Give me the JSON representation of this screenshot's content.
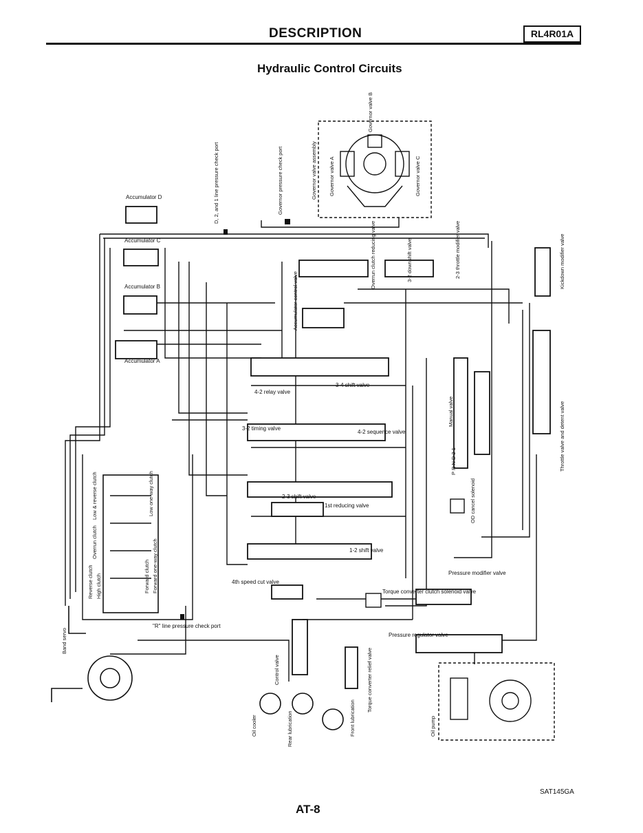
{
  "header": {
    "section": "DESCRIPTION",
    "model_code": "RL4R01A"
  },
  "title": "Hydraulic Control Circuits",
  "labels": {
    "governor_valve_assembly": "Governor valve assembly",
    "governor_valve_a": "Governor valve A",
    "governor_valve_b": "Governor valve B",
    "governor_valve_c": "Governor valve C",
    "governor_pressure_check_port": "Governor pressure check port",
    "d21_line_pressure_check_port": "D, 2, and 1 line pressure check port",
    "accumulator_d": "Accumulator D",
    "accumulator_c": "Accumulator C",
    "accumulator_b": "Accumulator B",
    "accumulator_a": "Accumulator A",
    "accumulator_control_valve": "Accumulator control valve",
    "overrun_clutch_reducing_valve": "Overrun clutch reducing valve",
    "downshift_3_2_valve": "3-2 downshift valve",
    "throttle_modifier_2_3_valve": "2-3 throttle modifier valve",
    "kickdown_modifier_valve": "Kickdown modifier valve",
    "shift_valve_3_4": "3-4 shift valve",
    "relay_valve_4_2": "4-2 relay valve",
    "timing_valve_3_2": "3-2 timing valve",
    "sequence_valve_4_2": "4-2 sequence valve",
    "shift_valve_2_3": "2-3 shift valve",
    "first_reducing_valve": "1st reducing valve",
    "shift_valve_1_2": "1-2 shift valve",
    "speed_cut_valve_4th": "4th speed cut valve",
    "manual_valve": "Manual valve",
    "manual_positions": "P R N D 2 1",
    "od_cancel_solenoid": "OD cancel solenoid",
    "throttle_detent_valve": "Throttle valve and detent valve",
    "low_reverse_clutch": "Low & reverse clutch",
    "low_one_way_clutch": "Low one-way clutch",
    "overrun_clutch": "Overrun clutch",
    "reverse_clutch": "Reverse clutch",
    "high_clutch": "High clutch",
    "forward_clutch": "Forward clutch",
    "forward_one_way_clutch": "Forward one-way clutch",
    "band_servo": "Band servo",
    "r_line_pressure_check_port": "\"R\" line pressure check port",
    "torque_converter_clutch_solenoid_valve": "Torque converter clutch solenoid valve",
    "pressure_modifier_valve": "Pressure modifier valve",
    "pressure_regulator_valve": "Pressure regulator valve",
    "control_valve": "Control valve",
    "torque_converter_relief_valve": "Torque converter relief valve",
    "oil_cooler": "Oil cooler",
    "rear_lubrication": "Rear lubrication",
    "front_lubrication": "Front lubrication",
    "oil_pump": "Oil pump"
  },
  "figure_code": "SAT145GA",
  "page_number": "AT-8"
}
